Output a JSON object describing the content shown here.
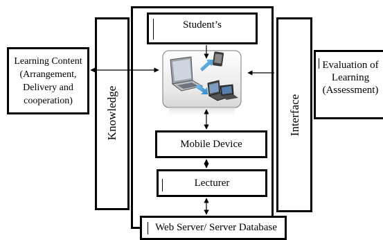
{
  "diagram": {
    "students": "Student’s",
    "learning_content": "Learning Content (Arrangement, Delivery and cooperation)",
    "knowledge": "Knowledge",
    "interface": "Interface",
    "evaluation": "Evaluation of Learning (Assessment)",
    "mobile_device": "Mobile Device",
    "lecturer": "Lecturer",
    "web_server": "Web Server/ Server Database"
  }
}
